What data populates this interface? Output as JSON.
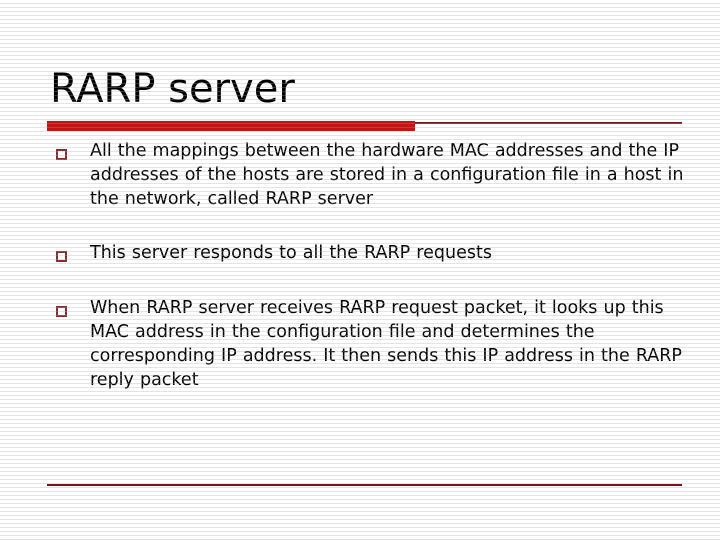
{
  "slide": {
    "title": "RARP server",
    "colors": {
      "title_bar_thick": "#cc1010",
      "title_bar_thin": "#7b1418",
      "bottom_rule": "#7b1418",
      "bullet_marker": "#8c2a2f",
      "text": "#000000",
      "background": "#ffffff"
    },
    "bullets": [
      {
        "marker": "hollow-square",
        "text": "All the mappings between the hardware MAC addresses and the IP addresses of the hosts are stored in a configuration file in a host in the network, called RARP server"
      },
      {
        "marker": "hollow-square",
        "text": "This server responds to all the RARP requests"
      },
      {
        "marker": "hollow-square",
        "text": "When RARP server receives RARP request packet, it looks up this MAC address in the configuration file and determines the corresponding IP address. It then sends this IP address in the RARP reply packet"
      }
    ]
  }
}
